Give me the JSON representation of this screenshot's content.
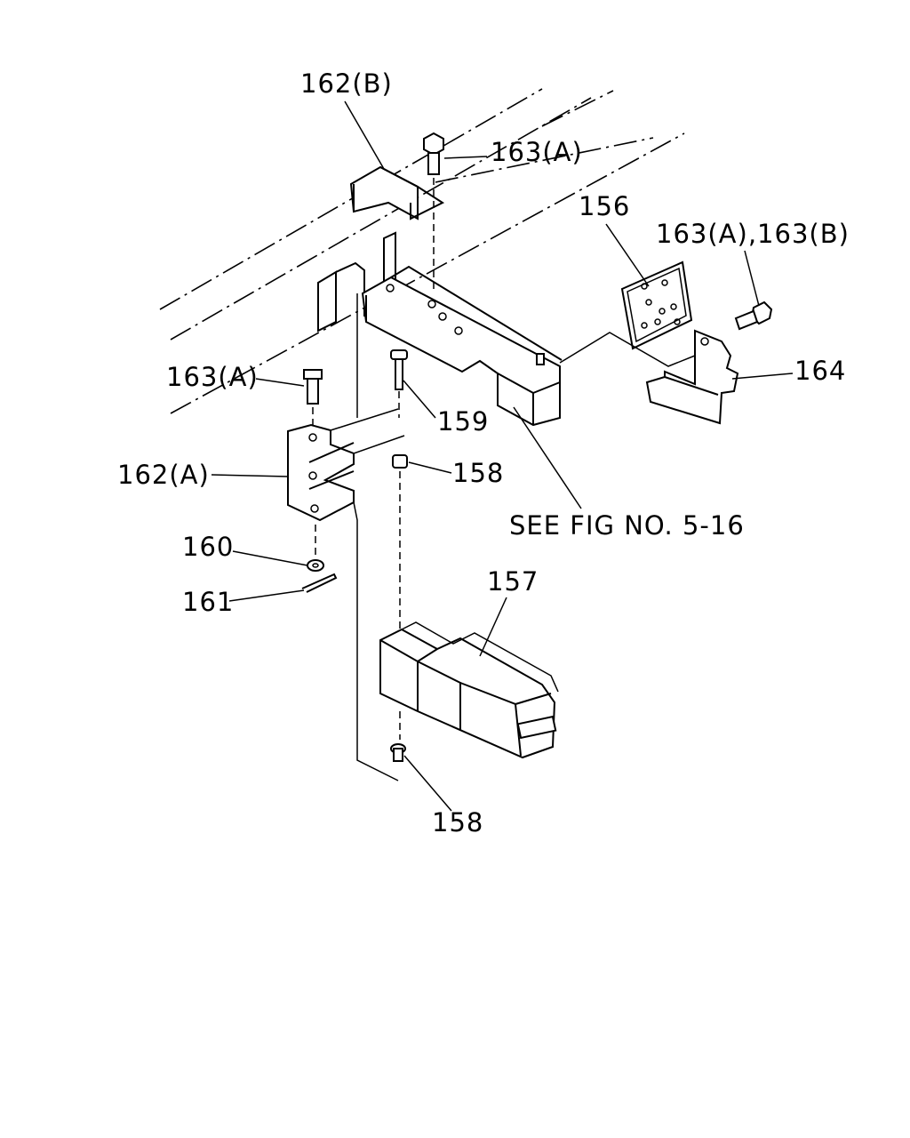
{
  "labels": {
    "p162b": "162(B)",
    "p163a_top": "163(A)",
    "p156": "156",
    "p163ab": "163(A),163(B)",
    "p164": "164",
    "p163a_left": "163(A)",
    "p159": "159",
    "p162a": "162(A)",
    "p158_top": "158",
    "p160": "160",
    "p161": "161",
    "p157": "157",
    "p158_bottom": "158",
    "see_fig": "SEE FIG NO. 5-16"
  }
}
